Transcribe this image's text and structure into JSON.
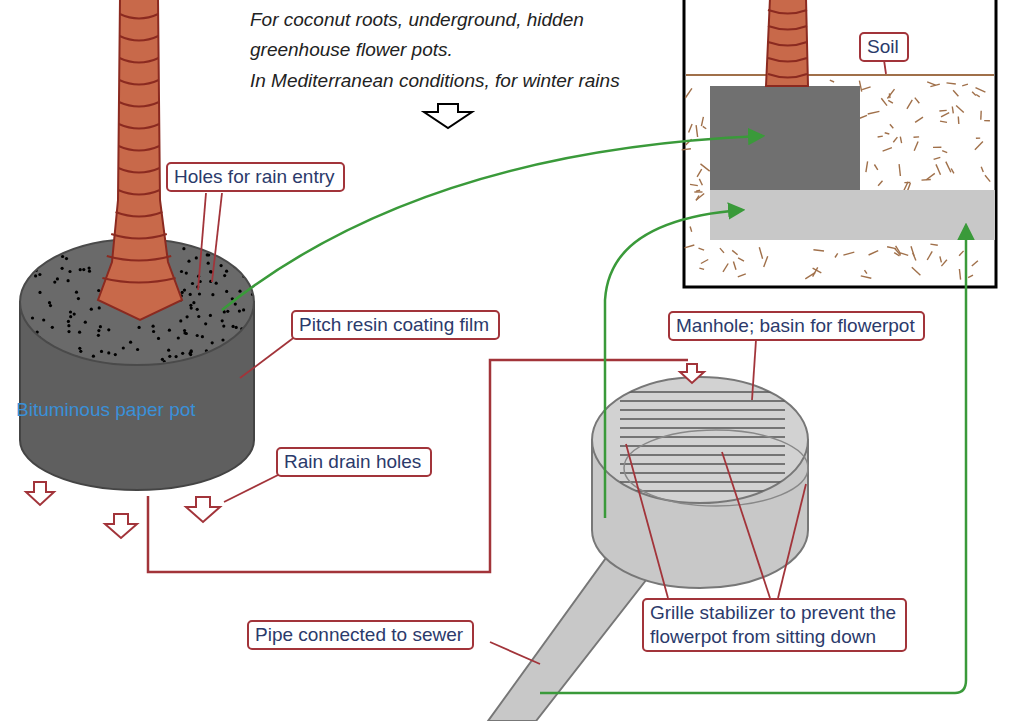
{
  "diagram": {
    "title": "For coconut roots, underground, hidden greenhouse flower pots.",
    "nodes": [
      {
        "text": [
          "Holes for rain entry"
        ]
      },
      {
        "text": [
          "Pitch resin coating film"
        ]
      },
      {
        "text": [
          "Bituminous paper pot"
        ]
      },
      {
        "text": [
          "Rain drain holes"
        ]
      },
      {
        "text": [
          "Manhole; basin for flowerpot"
        ]
      },
      {
        "text": [
          "Grille stabilizer to prevent the flowerpot from sitting down"
        ]
      },
      {
        "text": [
          "Pipe connected to sewer"
        ]
      },
      {
        "text": [
          "Soil"
        ]
      }
    ],
    "labels": [
      "In Mediterranean conditions, for winter rains"
    ]
  }
}
